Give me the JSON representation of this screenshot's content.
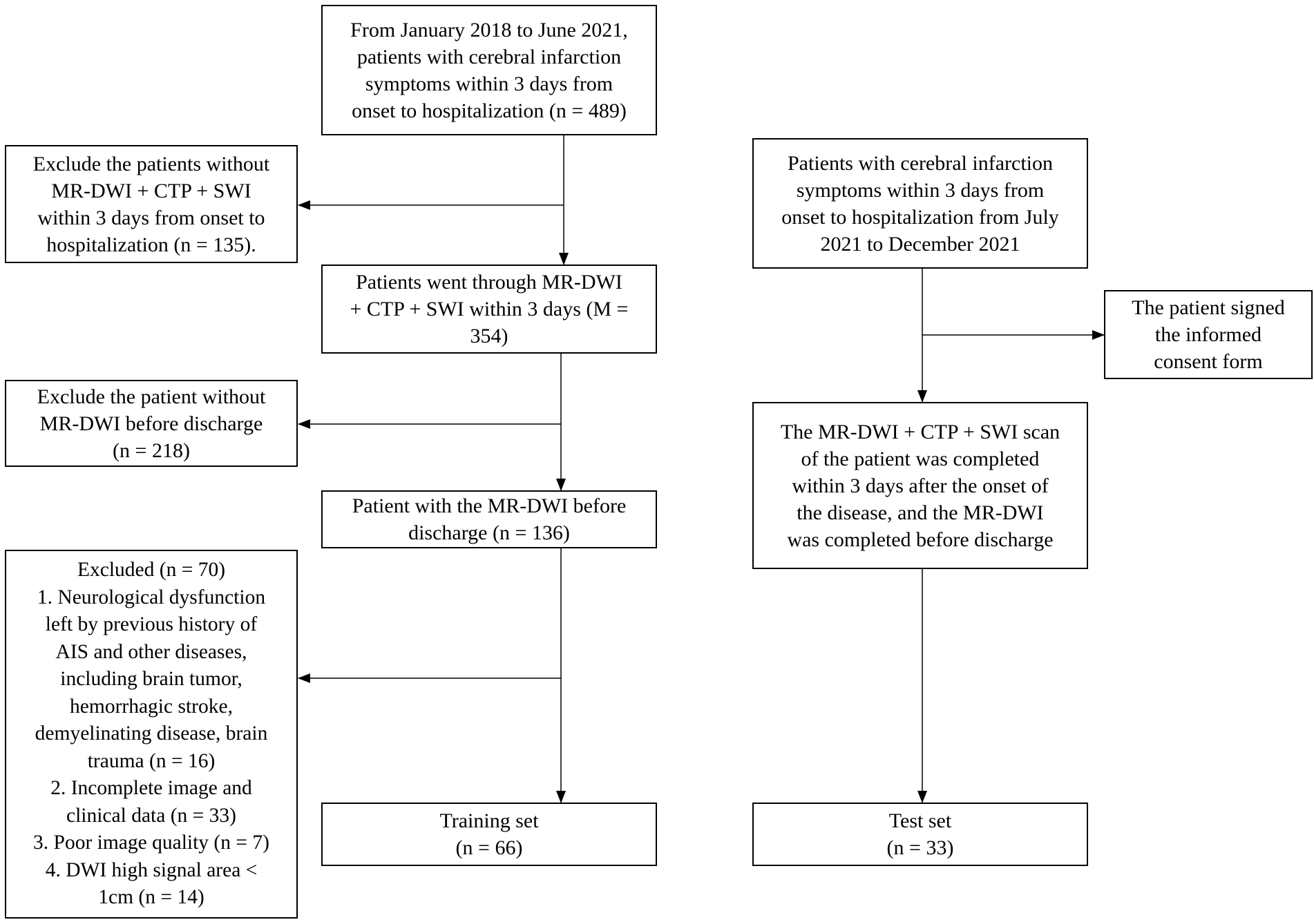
{
  "flowchart": {
    "colors": {
      "line": "#000000",
      "box_border": "#000000",
      "background": "#ffffff"
    },
    "left_column": {
      "initial": {
        "text": "From January 2018 to June 2021,\npatients with cerebral infarction\nsymptoms within 3 days from\nonset to hospitalization (n = 489)"
      },
      "exclusion_1": {
        "text": "Exclude the patients without\nMR-DWI + CTP + SWI\nwithin 3 days from onset to\nhospitalization (n = 135)."
      },
      "step_2": {
        "text": "Patients went through MR-DWI\n+ CTP + SWI within 3 days (M =\n354)"
      },
      "exclusion_2": {
        "text": "Exclude the patient without\nMR-DWI before discharge\n(n = 218)"
      },
      "step_3": {
        "text": "Patient with the MR-DWI before\ndischarge (n = 136)"
      },
      "exclusion_3": {
        "text": "Excluded (n = 70)\n1. Neurological dysfunction\nleft by previous history of\nAIS and other diseases,\nincluding brain tumor,\nhemorrhagic stroke,\ndemyelinating disease, brain\ntrauma (n = 16)\n2. Incomplete image and\nclinical data (n = 33)\n3. Poor image quality (n = 7)\n4. DWI high signal area <\n1cm (n = 14)"
      },
      "training_set": {
        "text": "Training set\n(n = 66)"
      }
    },
    "right_column": {
      "initial": {
        "text": "Patients with cerebral infarction\nsymptoms within 3 days from\nonset to hospitalization from July\n2021 to December 2021"
      },
      "consent": {
        "text": "The patient signed\nthe informed\nconsent form"
      },
      "step_2": {
        "text": "The MR-DWI + CTP + SWI scan\nof the patient was completed\nwithin 3 days after the onset of\nthe disease, and the MR-DWI\nwas completed before discharge"
      },
      "test_set": {
        "text": "Test set\n(n = 33)"
      }
    }
  }
}
